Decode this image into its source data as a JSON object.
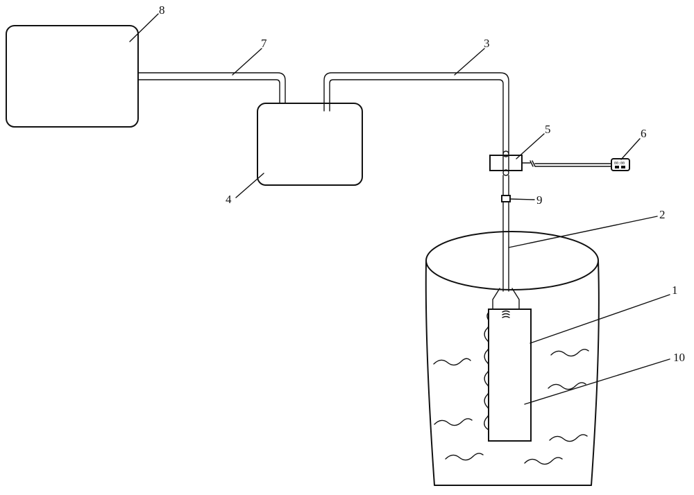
{
  "figure": {
    "labels": {
      "l1": "1",
      "l2": "2",
      "l3": "3",
      "l4": "4",
      "l5": "5",
      "l6": "6",
      "l7": "7",
      "l8": "8",
      "l9": "9",
      "l10": "10"
    },
    "controller_display": "00:00",
    "colors": {
      "line": "#111111",
      "background": "#ffffff"
    }
  }
}
